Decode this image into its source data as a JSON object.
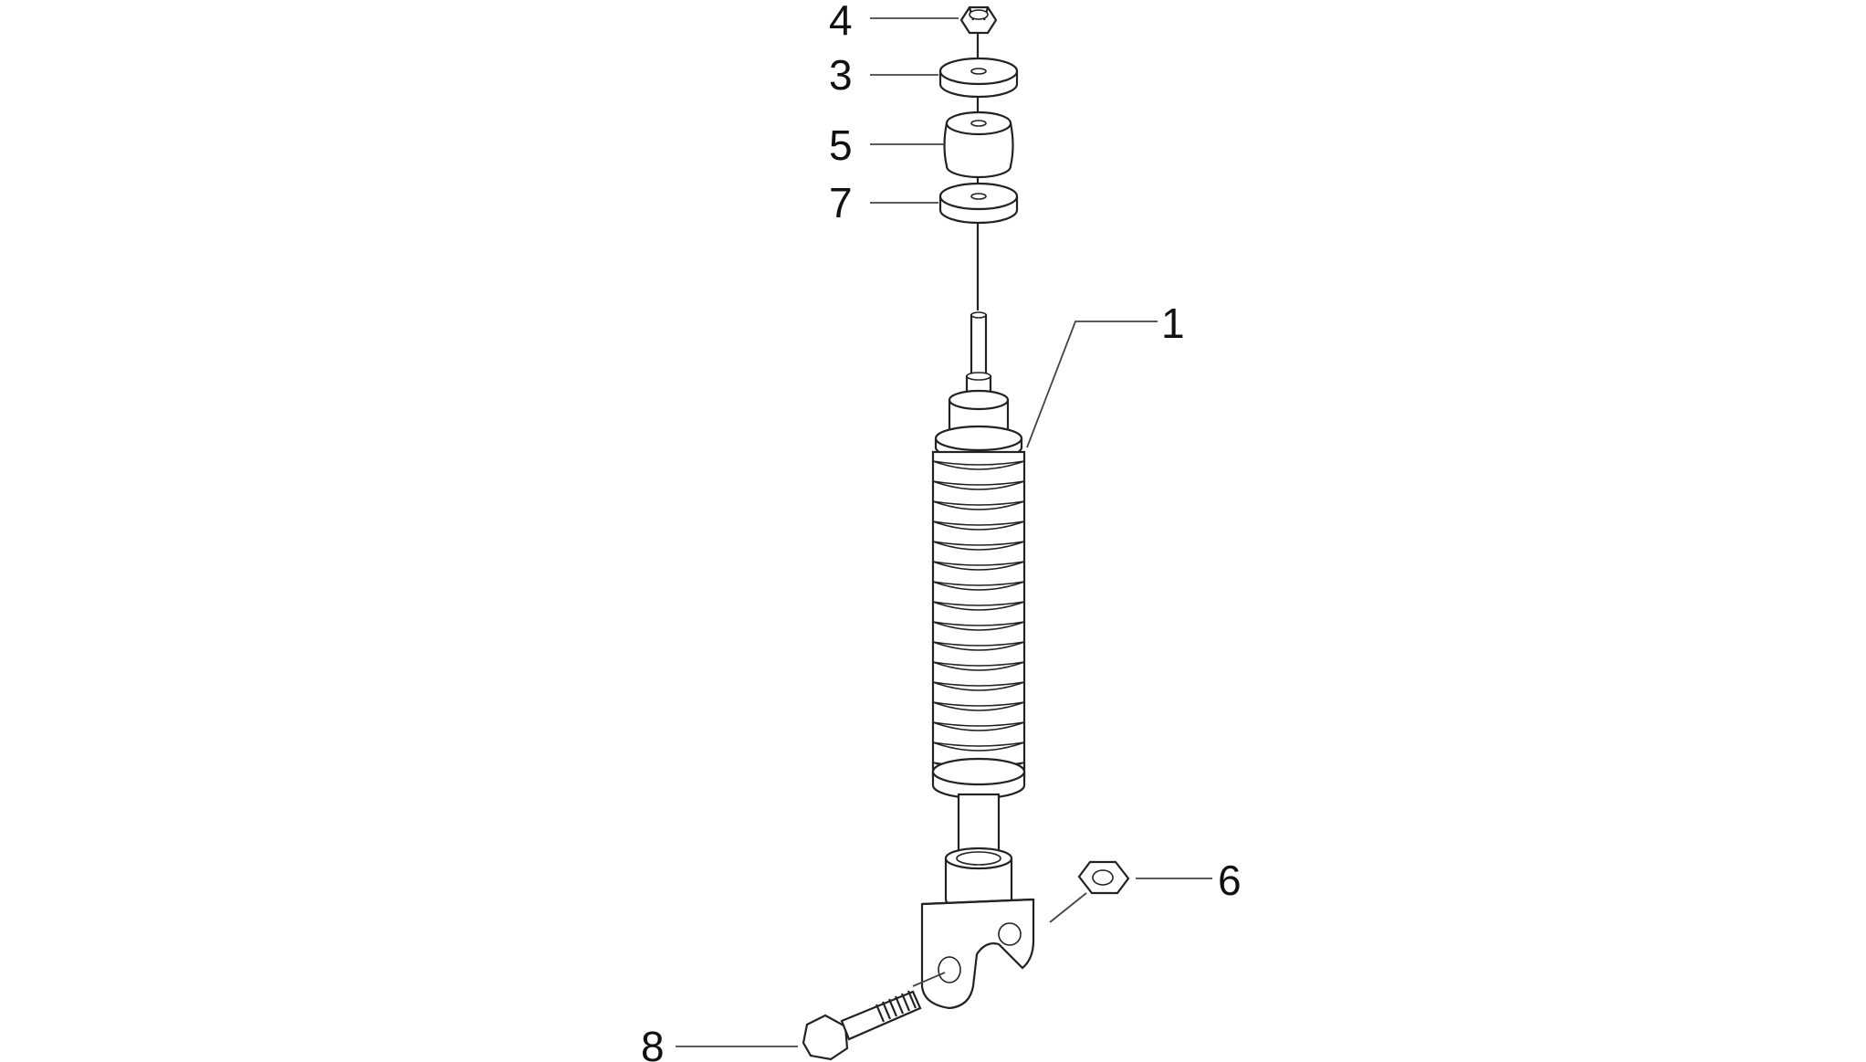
{
  "callouts": [
    {
      "id": "1",
      "label": "1"
    },
    {
      "id": "3",
      "label": "3"
    },
    {
      "id": "4",
      "label": "4"
    },
    {
      "id": "5",
      "label": "5"
    },
    {
      "id": "6",
      "label": "6"
    },
    {
      "id": "7",
      "label": "7"
    },
    {
      "id": "8",
      "label": "8"
    }
  ],
  "colors": {
    "line": "#222222",
    "background": "#ffffff"
  }
}
